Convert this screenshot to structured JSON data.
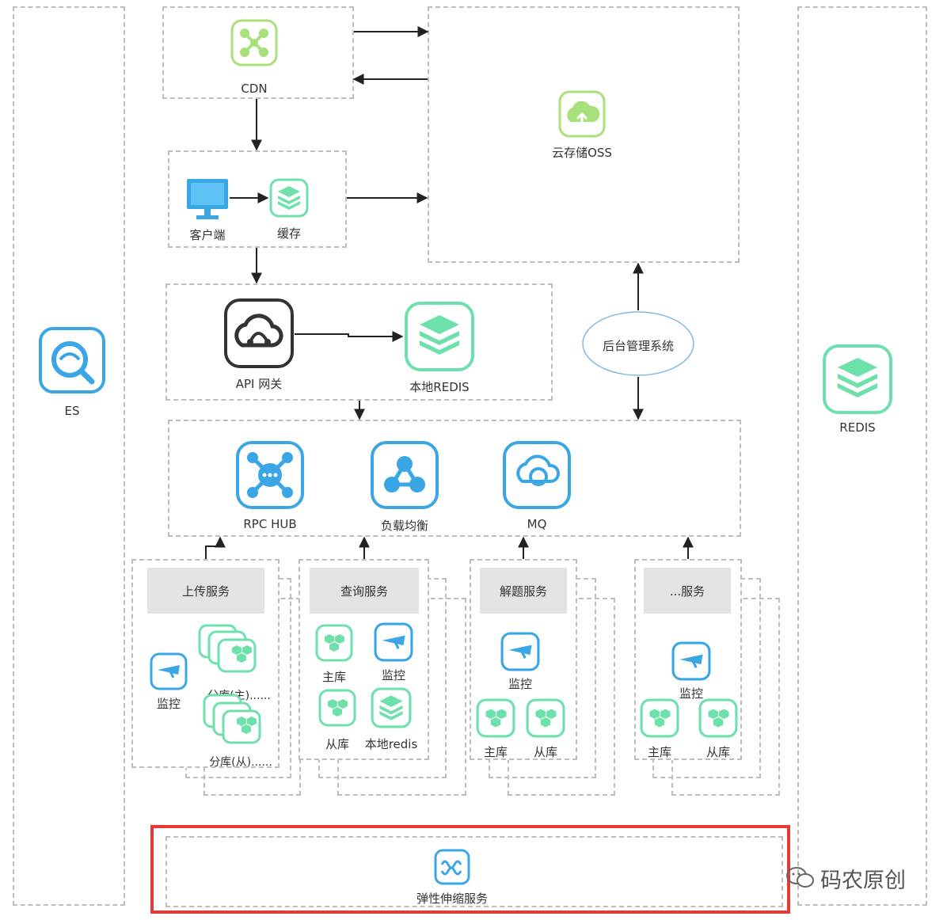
{
  "labels": {
    "es": "ES",
    "redis": "REDIS",
    "cdn": "CDN",
    "oss": "云存储OSS",
    "client": "客户端",
    "cache": "缓存",
    "admin": "后台管理系统",
    "api_gateway": "API 网关",
    "local_redis": "本地REDIS",
    "rpc_hub": "RPC HUB",
    "load_balance": "负载均衡",
    "mq": "MQ",
    "elastic": "弹性伸缩服务"
  },
  "services": {
    "upload": {
      "title": "上传服务",
      "monitor": "监控",
      "shard_master": "分库(主)......",
      "shard_slave": "分库(从)......"
    },
    "query": {
      "title": "查询服务",
      "master": "主库",
      "monitor": "监控",
      "slave": "从库",
      "local_redis": "本地redis"
    },
    "solve": {
      "title": "解题服务",
      "monitor": "监控",
      "master": "主库",
      "slave": "从库"
    },
    "other": {
      "title": "...服务",
      "monitor": "监控",
      "master": "主库",
      "slave": "从库"
    }
  },
  "watermark": "码农原创",
  "colors": {
    "green": "#6ee0ac",
    "lime": "#a8e07a",
    "blue": "#3aa6e6",
    "highlight": "#e53935"
  }
}
